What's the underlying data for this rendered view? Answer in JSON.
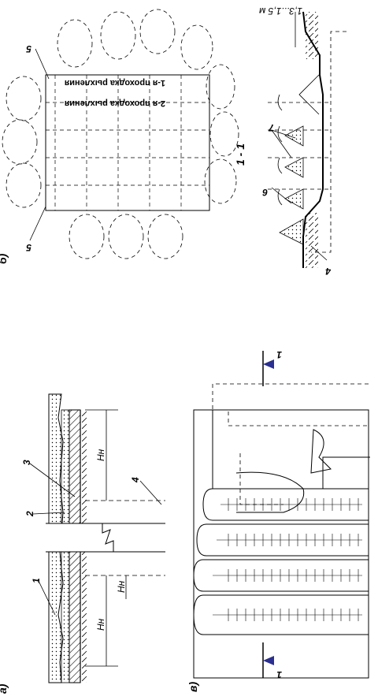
{
  "labels": {
    "panel_a": "а)",
    "panel_b": "б)",
    "panel_v": "в)",
    "n1": "1",
    "n2": "2",
    "n3": "3",
    "n4": "4",
    "n5": "5",
    "n6": "6",
    "n7": "7",
    "dim_hn_left": "Hн",
    "dim_hn_right": "Hн",
    "dim_sub": "Hн",
    "section_1_1": "1 - 1",
    "cut_1": "1",
    "pass_1": "1-я проходка рыхления",
    "pass_2": "2-я проходка рыхления",
    "depth": "1,3...1,5 м"
  },
  "colors": {
    "ink": "#000000",
    "arrow": "#2b2f8f"
  }
}
